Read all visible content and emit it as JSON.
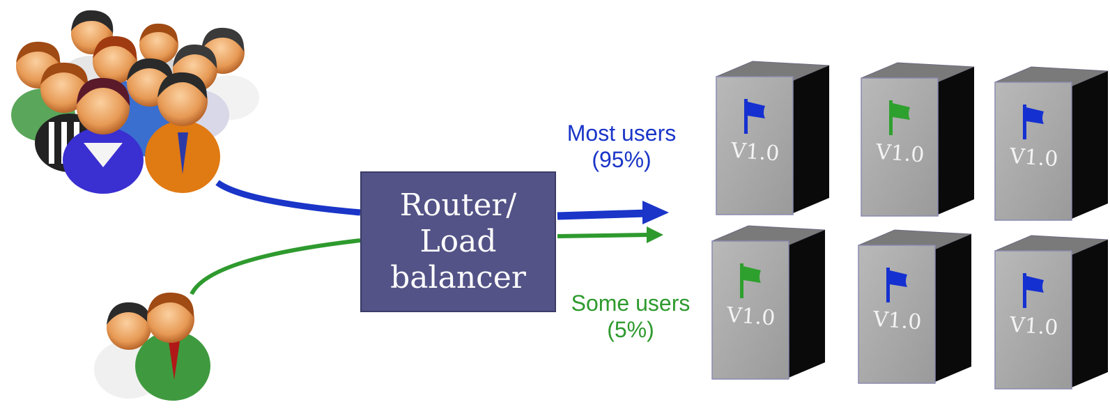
{
  "router": {
    "label": "Router/\nLoad\nbalancer"
  },
  "routes": {
    "most_users": {
      "label": "Most users\n(95%)",
      "color": "#1a35c8"
    },
    "some_users": {
      "label": "Some users\n(5%)",
      "color": "#2e9a2e"
    }
  },
  "servers": [
    {
      "version": "V1.0",
      "flag_color": "#1530d0"
    },
    {
      "version": "V1.0",
      "flag_color": "#2ea02e"
    },
    {
      "version": "V1.0",
      "flag_color": "#1530d0"
    },
    {
      "version": "V1.0",
      "flag_color": "#2ea02e"
    },
    {
      "version": "V1.0",
      "flag_color": "#1530d0"
    },
    {
      "version": "V1.0",
      "flag_color": "#1530d0"
    }
  ],
  "colors": {
    "box": "#535387",
    "server_front": "#a9a9a9",
    "server_side": "#0a0a0a",
    "server_top": "#7a7a7a"
  }
}
